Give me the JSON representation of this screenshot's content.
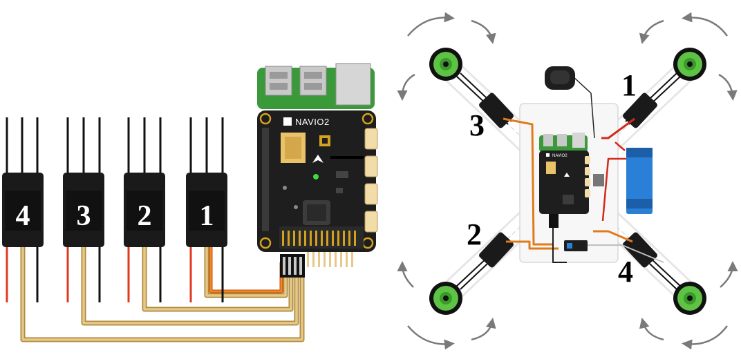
{
  "wiring": {
    "board_name": "NAVIO2",
    "esc_labels": [
      "4",
      "3",
      "2",
      "1"
    ]
  },
  "frame": {
    "board_name": "NAVIO2",
    "motor_labels": [
      "1",
      "2",
      "3",
      "4"
    ]
  },
  "colors": {
    "esc_body": "#1a1a1a",
    "signal_wire": "#d9b56a",
    "power_wire_red": "#e03a1e",
    "orange_wire": "#e07a1a",
    "pcb_board": "#1e1e1e",
    "pcb_green": "#3a9a3a",
    "motor_green": "#5ec244",
    "battery_blue": "#2a7fd6",
    "rotation_arrow": "#7a7a7a"
  }
}
